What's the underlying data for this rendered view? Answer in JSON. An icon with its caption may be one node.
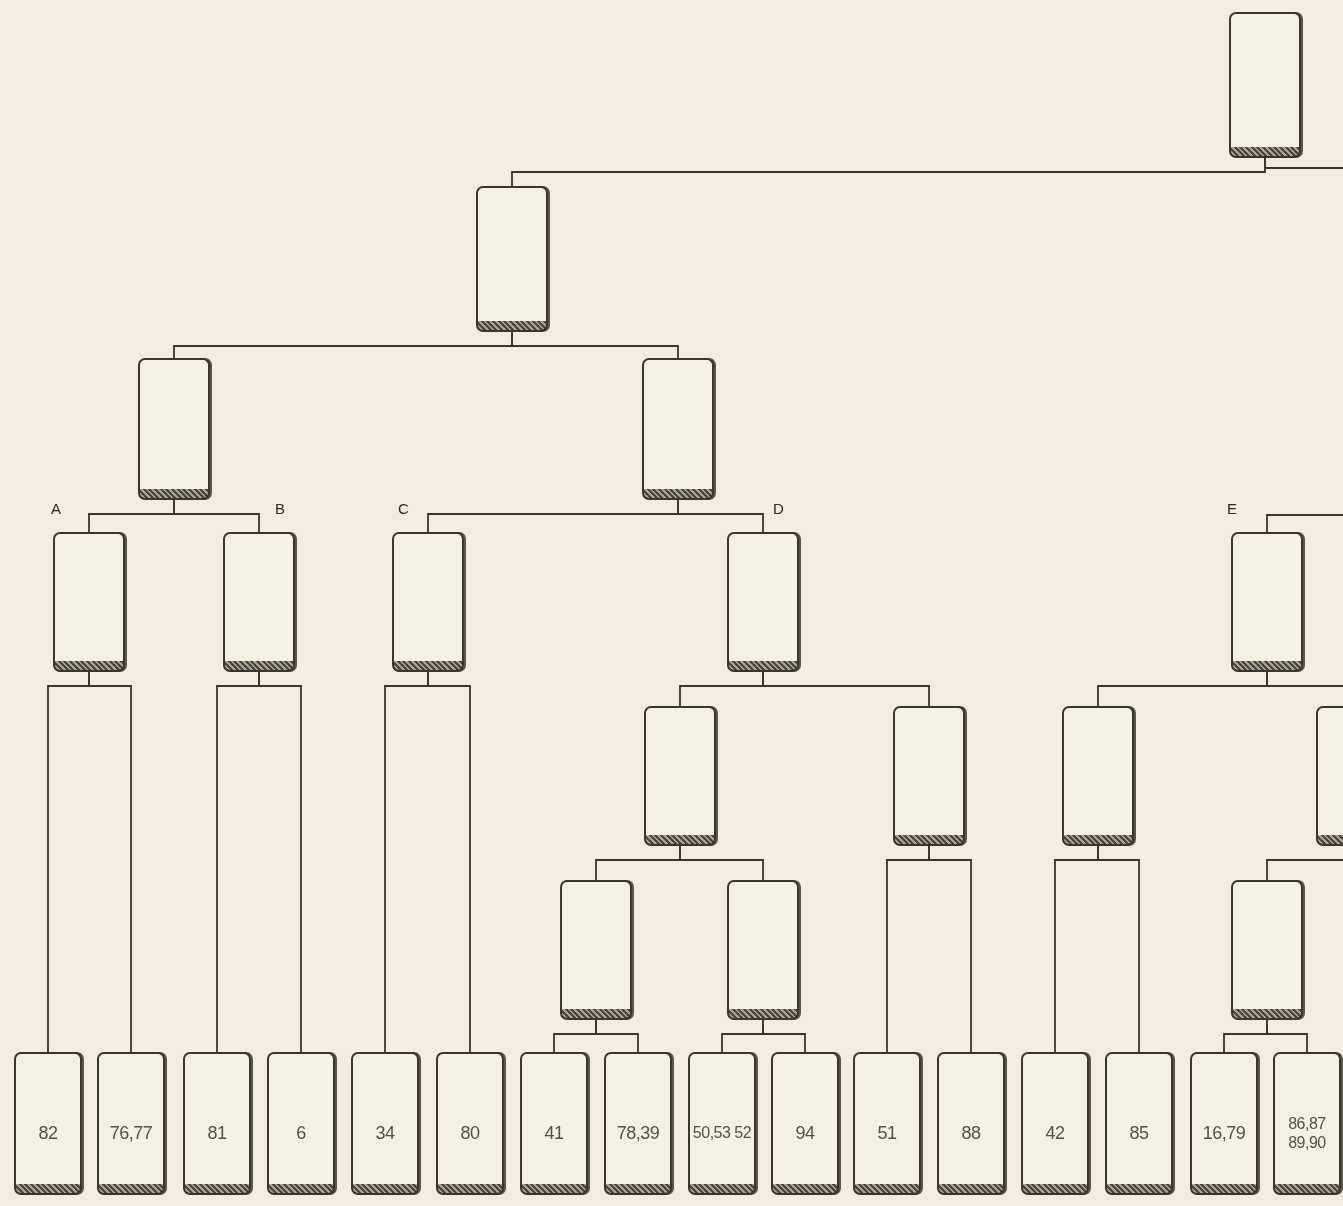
{
  "diagram": {
    "nodes": [
      {
        "text": [],
        "shape": "box"
      },
      {
        "text": [],
        "shape": "box"
      },
      {
        "text": [],
        "shape": "box"
      },
      {
        "text": [],
        "shape": "box"
      },
      {
        "text": [],
        "shape": "box",
        "beside": [
          "A"
        ]
      },
      {
        "text": [],
        "shape": "box",
        "beside": [
          "B"
        ]
      },
      {
        "text": [],
        "shape": "box",
        "beside": [
          "C"
        ]
      },
      {
        "text": [],
        "shape": "box",
        "beside": [
          "D"
        ]
      },
      {
        "text": [],
        "shape": "box"
      },
      {
        "text": [],
        "shape": "box"
      },
      {
        "text": [],
        "shape": "box"
      },
      {
        "text": [],
        "shape": "box"
      },
      {
        "text": [],
        "shape": "box",
        "beside": [
          "E"
        ]
      },
      {
        "text": [],
        "shape": "box"
      },
      {
        "text": [],
        "shape": "box"
      },
      {
        "text": [],
        "shape": "box"
      },
      {
        "text": [
          "82"
        ]
      },
      {
        "text": [
          "76,77"
        ]
      },
      {
        "text": [
          "81"
        ]
      },
      {
        "text": [
          "6"
        ]
      },
      {
        "text": [
          "34"
        ]
      },
      {
        "text": [
          "80"
        ]
      },
      {
        "text": [
          "41"
        ]
      },
      {
        "text": [
          "78,39"
        ]
      },
      {
        "text": [
          "50,53 52"
        ]
      },
      {
        "text": [
          "94"
        ]
      },
      {
        "text": [
          "51"
        ]
      },
      {
        "text": [
          "88"
        ]
      },
      {
        "text": [
          "42"
        ]
      },
      {
        "text": [
          "85"
        ]
      },
      {
        "text": [
          "16,79"
        ]
      },
      {
        "text": [
          "86,87 89,90"
        ]
      }
    ],
    "edges": [
      {
        "from": 0,
        "to": 1,
        "arrow": "none"
      },
      {
        "from": 1,
        "to": 2,
        "arrow": "none"
      },
      {
        "from": 1,
        "to": 3,
        "arrow": "none"
      },
      {
        "from": 2,
        "to": 4,
        "arrow": "none"
      },
      {
        "from": 2,
        "to": 5,
        "arrow": "none"
      },
      {
        "from": 3,
        "to": 6,
        "arrow": "none"
      },
      {
        "from": 3,
        "to": 7,
        "arrow": "none"
      },
      {
        "from": 7,
        "to": 8,
        "arrow": "none"
      },
      {
        "from": 7,
        "to": 9,
        "arrow": "none"
      },
      {
        "from": 8,
        "to": 10,
        "arrow": "none"
      },
      {
        "from": 8,
        "to": 11,
        "arrow": "none"
      },
      {
        "from": 12,
        "to": 13,
        "arrow": "none"
      },
      {
        "from": 12,
        "to": 14,
        "arrow": "none"
      },
      {
        "from": 14,
        "to": 15,
        "arrow": "none"
      },
      {
        "from": 4,
        "to": 16,
        "arrow": "none"
      },
      {
        "from": 4,
        "to": 17,
        "arrow": "none"
      },
      {
        "from": 5,
        "to": 18,
        "arrow": "none"
      },
      {
        "from": 5,
        "to": 19,
        "arrow": "none"
      },
      {
        "from": 6,
        "to": 20,
        "arrow": "none"
      },
      {
        "from": 6,
        "to": 21,
        "arrow": "none"
      },
      {
        "from": 10,
        "to": 22,
        "arrow": "none"
      },
      {
        "from": 10,
        "to": 23,
        "arrow": "none"
      },
      {
        "from": 11,
        "to": 24,
        "arrow": "none"
      },
      {
        "from": 11,
        "to": 25,
        "arrow": "none"
      },
      {
        "from": 9,
        "to": 26,
        "arrow": "none"
      },
      {
        "from": 9,
        "to": 27,
        "arrow": "none"
      },
      {
        "from": 13,
        "to": 28,
        "arrow": "none"
      },
      {
        "from": 13,
        "to": 29,
        "arrow": "none"
      },
      {
        "from": 15,
        "to": 30,
        "arrow": "none"
      },
      {
        "from": 15,
        "to": 31,
        "arrow": "none"
      },
      {
        "from": null,
        "to": 12,
        "arrow": "none"
      },
      {
        "from": 0,
        "to": null,
        "arrow": "none"
      }
    ]
  }
}
